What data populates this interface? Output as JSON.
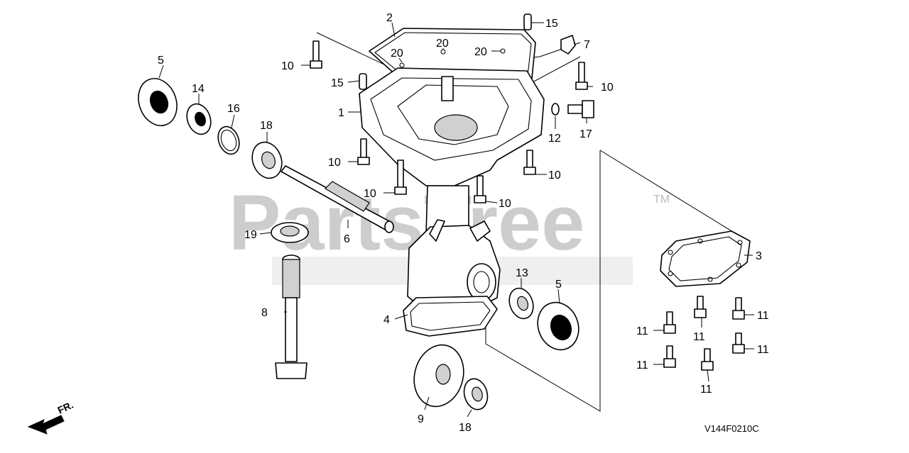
{
  "watermark": {
    "brand": "PartsTree",
    "trademark": "TM"
  },
  "diagram_code": "V144F0210C",
  "direction_label": "FR.",
  "callouts": {
    "c1": "1",
    "c2": "2",
    "c3": "3",
    "c4": "4",
    "c5a": "5",
    "c5b": "5",
    "c6": "6",
    "c7": "7",
    "c8": "8",
    "c9": "9",
    "c10a": "10",
    "c10b": "10",
    "c10c": "10",
    "c10d": "10",
    "c10e": "10",
    "c10f": "10",
    "c11a": "11",
    "c11b": "11",
    "c11c": "11",
    "c11d": "11",
    "c11e": "11",
    "c11f": "11",
    "c12": "12",
    "c13": "13",
    "c14": "14",
    "c15a": "15",
    "c15b": "15",
    "c16": "16",
    "c17": "17",
    "c18a": "18",
    "c18b": "18",
    "c19": "19",
    "c20a": "20",
    "c20b": "20",
    "c20c": "20"
  }
}
